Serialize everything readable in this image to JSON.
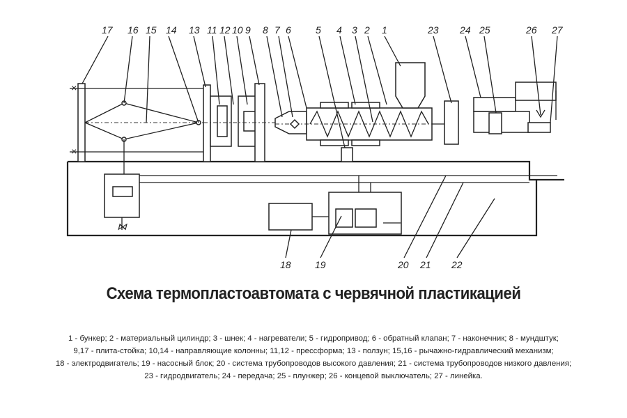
{
  "callouts": [
    "17",
    "16",
    "15",
    "14",
    "13",
    "11",
    "12",
    "10",
    "9",
    "8",
    "7",
    "6",
    "5",
    "4",
    "3",
    "2",
    "1",
    "23",
    "24",
    "25",
    "26",
    "27",
    "18",
    "19",
    "20",
    "21",
    "22"
  ],
  "title": "Схема термопластоавтомата с червячной пластикацией",
  "legend": [
    "1 - бункер; 2 - материальный цилиндр; 3 - шнек; 4 - нагреватели; 5 - гидропривод; 6 - обратный клапан; 7 - наконечник; 8 - мундштук;",
    "9,17 - плита-стойка; 10,14 - направляющие колонны; 11,12 - прессформа; 13 - ползун; 15,16 - рычажно-гидравлический механизм;",
    "18 - электродвигатель; 19 - насосный блок; 20 - система трубопроводов высокого давления; 21 - система трубопроводов низкого давления;",
    "23 - гидродвигатель; 24 - передача; 25 - плунжер; 26 - концевой выключатель; 27 - линейка."
  ]
}
